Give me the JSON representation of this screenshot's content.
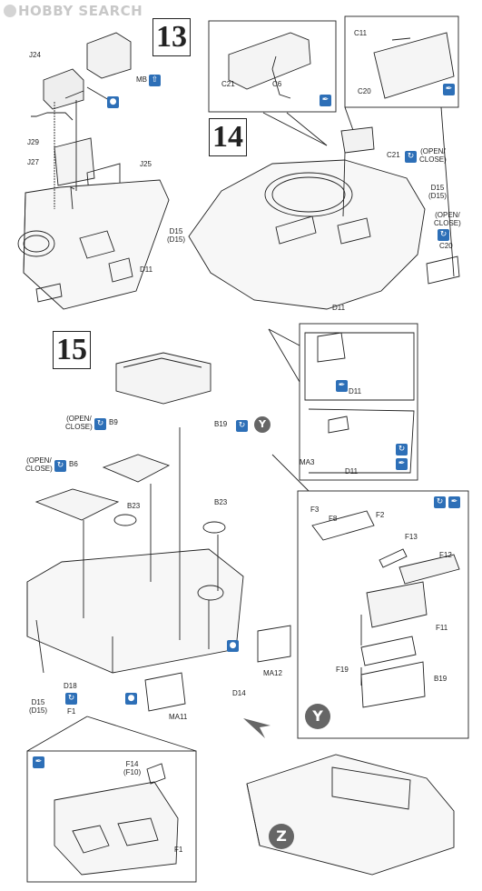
{
  "watermark": {
    "text": "HOBBY SEARCH"
  },
  "steps": {
    "s13": "13",
    "s14": "14",
    "s15": "15"
  },
  "markers": {
    "y1": "Y",
    "y2": "Y",
    "z": "Z"
  },
  "colors": {
    "icon_blue": "#2d6fb7",
    "line": "#222222",
    "marker_gray": "#666666"
  },
  "icons": {
    "glue": "glue-bottle-icon",
    "cement": "cement-brush-icon",
    "movable": "rotate-arrows-icon",
    "remove": "up-arrow-icon"
  },
  "labels": {
    "j24": "J24",
    "mb": "MB",
    "j29": "J29",
    "j27": "J27",
    "j25": "J25",
    "d11a": "D11",
    "c21a": "C21",
    "c6": "C6",
    "c11": "C11",
    "c20a": "C20",
    "c21b": "C21",
    "openclose1": "(OPEN/\nCLOSE)",
    "d15a": "D15\n(D15)",
    "openclose2": "(OPEN/\nCLOSE)",
    "c20b": "C20",
    "d15b": "D15\n(D15)",
    "d11b": "D11",
    "d11c": "D11",
    "ma3": "MA3",
    "d11d": "D11",
    "b19a": "B19",
    "openclose3": "(OPEN/\nCLOSE)",
    "b9": "B9",
    "openclose4": "(OPEN/\nCLOSE)",
    "b6": "B6",
    "b23a": "B23",
    "b23b": "B23",
    "d18": "D18",
    "d15c": "D15\n(D15)",
    "f1a": "F1",
    "ma11": "MA11",
    "d14": "D14",
    "ma12": "MA12",
    "f3": "F3",
    "f8": "F8",
    "f2": "F2",
    "f13": "F13",
    "f12": "F12",
    "f11": "F11",
    "f19": "F19",
    "b19b": "B19",
    "f14": "F14\n(F10)",
    "f1b": "F1"
  }
}
